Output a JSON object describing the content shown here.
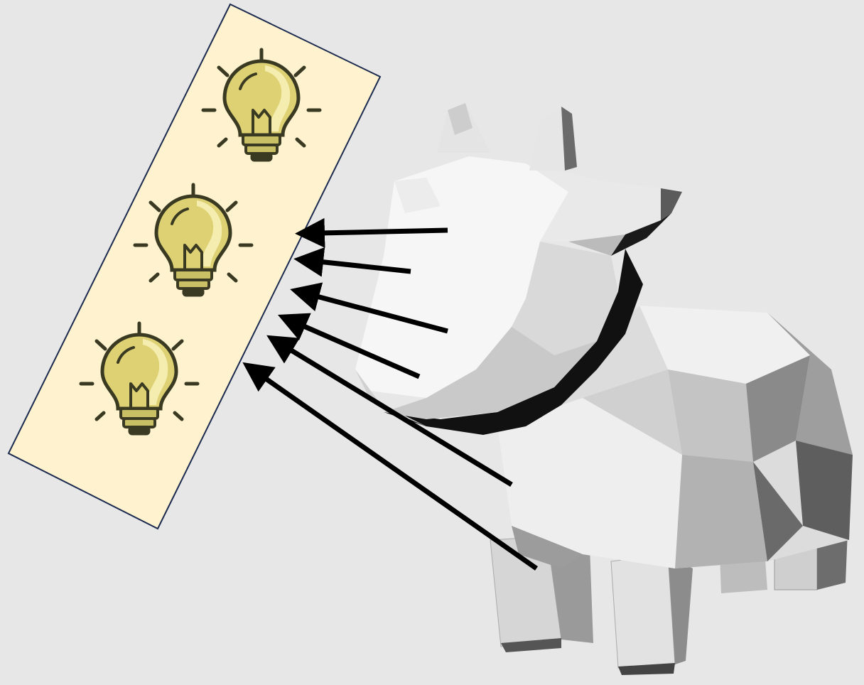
{
  "diagram": {
    "description_items": [],
    "colors": {
      "background": "#e7e7e7",
      "light_panel_fill": "#fef2cf",
      "light_panel_stroke": "#1b2a4e",
      "bulb_fill": "#ddd173",
      "bulb_highlight": "#f6f0b6",
      "bulb_outline": "#3a3a22",
      "bulb_base": "#c9c066",
      "arrow": "#000000",
      "cow_light": "#f4f4f4",
      "cow_mid": "#c8c8c8",
      "cow_dark": "#7a7a7a",
      "cow_black": "#111111"
    },
    "light_panel": {
      "bulb_count": 3,
      "icon": "lightbulb-icon"
    },
    "arrows": {
      "count": 6,
      "direction": "toward-light-panel"
    },
    "object": {
      "icon": "cow-mesh-model"
    }
  }
}
